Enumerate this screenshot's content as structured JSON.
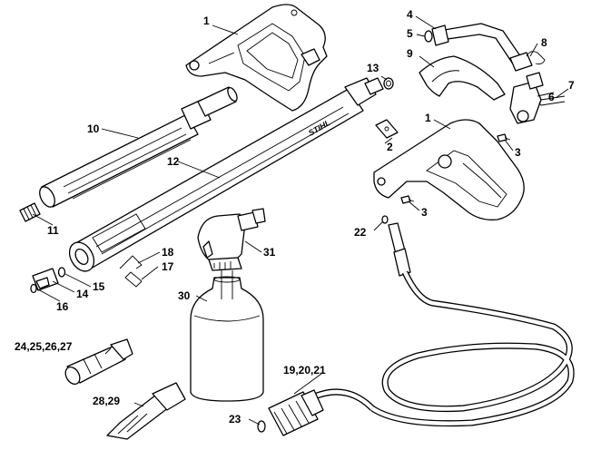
{
  "diagram": {
    "callouts": {
      "c1a": "1",
      "c1b": "1",
      "c2": "2",
      "c3a": "3",
      "c3b": "3",
      "c4": "4",
      "c5": "5",
      "c6": "6",
      "c7": "7",
      "c8": "8",
      "c9": "9",
      "c10": "10",
      "c11": "11",
      "c12": "12",
      "c13": "13",
      "c14": "14",
      "c15": "15",
      "c16": "16",
      "c17": "17",
      "c18": "18",
      "c19": "19,20,21",
      "c22": "22",
      "c23": "23",
      "c24": "24,25,26,27",
      "c28": "28,29",
      "c30": "30",
      "c31": "31"
    },
    "brand_mark": "STIHL"
  }
}
